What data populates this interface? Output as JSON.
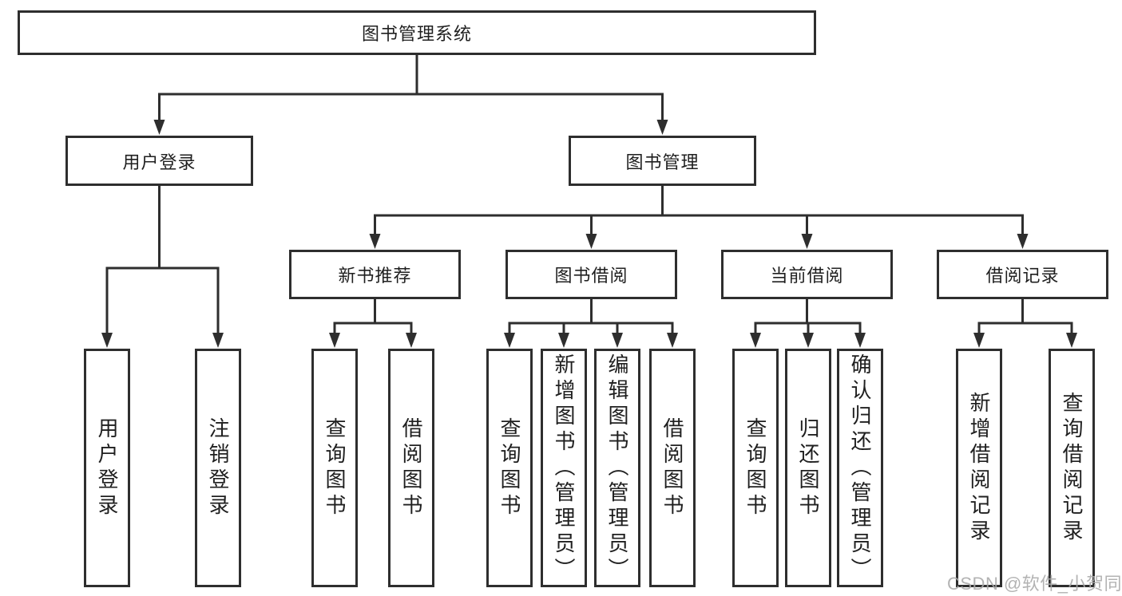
{
  "diagram": {
    "type": "tree",
    "watermark": "CSDN @软件_小贺同学",
    "colors": {
      "line": "#2e2e2e",
      "box_border": "#2e2e2e",
      "text": "#1f1f1f",
      "watermark": "#a9a9a9",
      "background": "#ffffff"
    },
    "nodes": {
      "root": {
        "label": "图书管理系统"
      },
      "user_login": {
        "label": "用户登录"
      },
      "book_mgmt": {
        "label": "图书管理"
      },
      "new_books": {
        "label": "新书推荐"
      },
      "book_borrow": {
        "label": "图书借阅"
      },
      "current_borrow": {
        "label": "当前借阅"
      },
      "borrow_records": {
        "label": "借阅记录"
      },
      "ul_login": {
        "label": "用户登录"
      },
      "ul_logout": {
        "label": "注销登录"
      },
      "nb_query": {
        "label": "查询图书"
      },
      "nb_borrow": {
        "label": "借阅图书"
      },
      "bb_query": {
        "label": "查询图书"
      },
      "bb_add": {
        "label": "新增图书（管理员）"
      },
      "bb_edit": {
        "label": "编辑图书（管理员）"
      },
      "bb_borrow": {
        "label": "借阅图书"
      },
      "cb_query": {
        "label": "查询图书"
      },
      "cb_return": {
        "label": "归还图书"
      },
      "cb_confirm": {
        "label": "确认归还（管理员）"
      },
      "br_add": {
        "label": "新增借阅记录"
      },
      "br_query": {
        "label": "查询借阅记录"
      }
    },
    "edges": [
      [
        "root",
        "user_login"
      ],
      [
        "root",
        "book_mgmt"
      ],
      [
        "user_login",
        "ul_login"
      ],
      [
        "user_login",
        "ul_logout"
      ],
      [
        "book_mgmt",
        "new_books"
      ],
      [
        "book_mgmt",
        "book_borrow"
      ],
      [
        "book_mgmt",
        "current_borrow"
      ],
      [
        "book_mgmt",
        "borrow_records"
      ],
      [
        "new_books",
        "nb_query"
      ],
      [
        "new_books",
        "nb_borrow"
      ],
      [
        "book_borrow",
        "bb_query"
      ],
      [
        "book_borrow",
        "bb_add"
      ],
      [
        "book_borrow",
        "bb_edit"
      ],
      [
        "book_borrow",
        "bb_borrow"
      ],
      [
        "current_borrow",
        "cb_query"
      ],
      [
        "current_borrow",
        "cb_return"
      ],
      [
        "current_borrow",
        "cb_confirm"
      ],
      [
        "borrow_records",
        "br_add"
      ],
      [
        "borrow_records",
        "br_query"
      ]
    ]
  }
}
